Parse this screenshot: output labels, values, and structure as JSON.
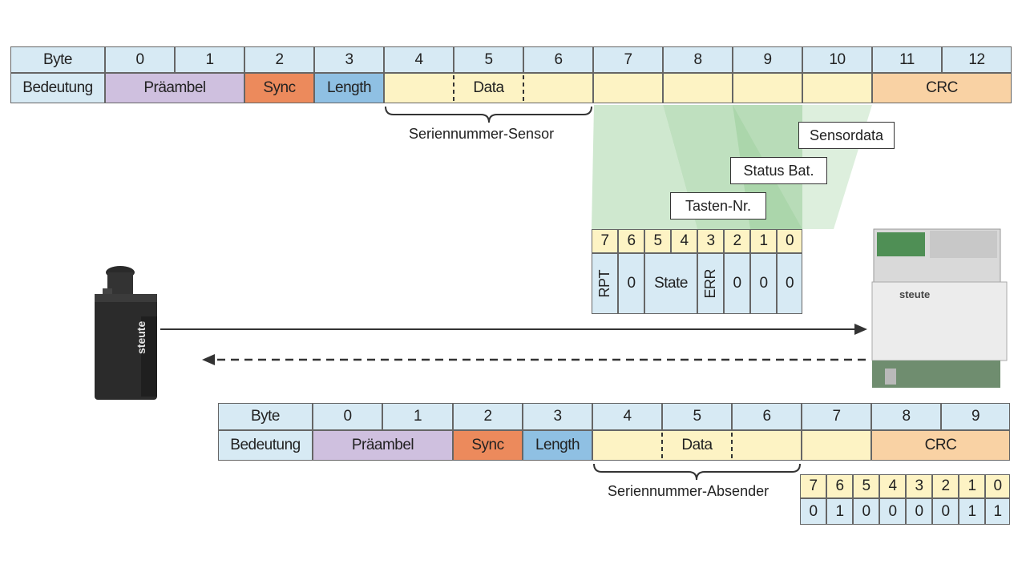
{
  "top_frame": {
    "row_byte_label": "Byte",
    "row_meaning_label": "Bedeutung",
    "bytes": [
      "0",
      "1",
      "2",
      "3",
      "4",
      "5",
      "6",
      "7",
      "8",
      "9",
      "10",
      "11",
      "12"
    ],
    "fields": {
      "preamble": "Präambel",
      "sync": "Sync",
      "length": "Length",
      "data": "Data",
      "crc": "CRC"
    },
    "brace_label": "Seriennummer-Sensor",
    "callouts": {
      "sensordata": "Sensordata",
      "status_bat": "Status Bat.",
      "tasten_nr": "Tasten-Nr."
    },
    "bits": {
      "headers": [
        "7",
        "6",
        "5",
        "4",
        "3",
        "2",
        "1",
        "0"
      ],
      "values": [
        "RPT",
        "0",
        "State",
        "ERR",
        "0",
        "0",
        "0"
      ]
    }
  },
  "bottom_frame": {
    "row_byte_label": "Byte",
    "row_meaning_label": "Bedeutung",
    "bytes": [
      "0",
      "1",
      "2",
      "3",
      "4",
      "5",
      "6",
      "7",
      "8",
      "9"
    ],
    "fields": {
      "preamble": "Präambel",
      "sync": "Sync",
      "length": "Length",
      "data": "Data",
      "crc": "CRC"
    },
    "brace_label": "Seriennummer-Absender",
    "bits": {
      "headers": [
        "7",
        "6",
        "5",
        "4",
        "3",
        "2",
        "1",
        "0"
      ],
      "values": [
        "0",
        "1",
        "0",
        "0",
        "0",
        "0",
        "1",
        "1"
      ]
    }
  },
  "devices": {
    "sensor_brand": "steute",
    "receiver_brand": "steute"
  }
}
